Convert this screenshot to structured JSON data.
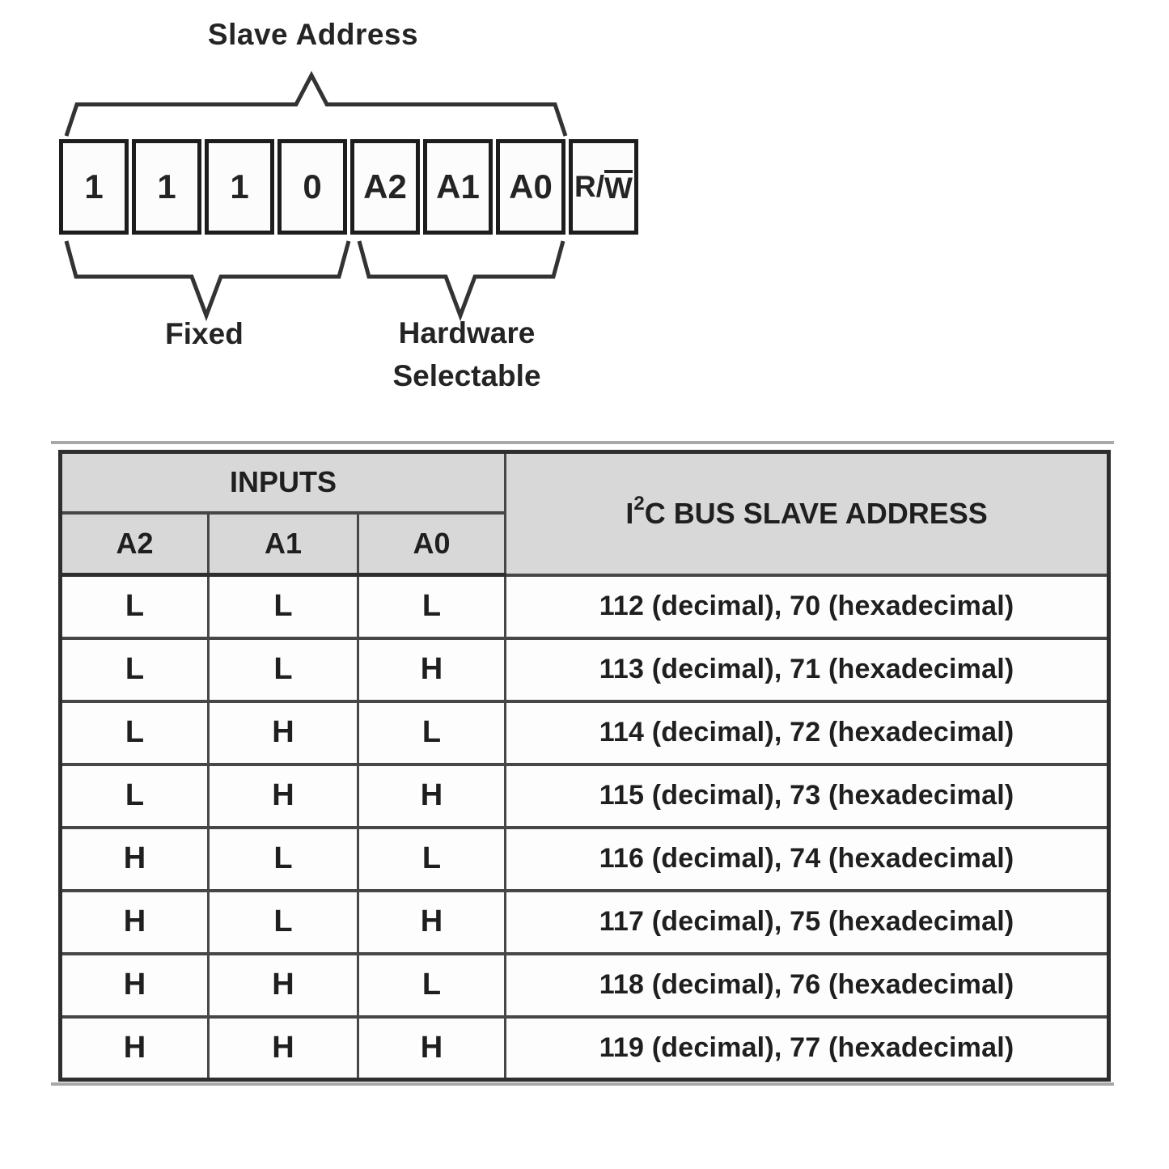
{
  "diagram": {
    "title": "Slave Address",
    "bits": [
      "1",
      "1",
      "1",
      "0",
      "A2",
      "A1",
      "A0"
    ],
    "rw_bit": {
      "prefix": "R/",
      "overlined": "W"
    },
    "fixed_label": "Fixed",
    "hardware_label": {
      "line1": "Hardware",
      "line2": "Selectable"
    }
  },
  "table": {
    "inputs_header": "INPUTS",
    "address_header": {
      "base": "I",
      "sup": "2",
      "rest": "C BUS SLAVE ADDRESS"
    },
    "input_columns": [
      "A2",
      "A1",
      "A0"
    ],
    "rows": [
      {
        "a2": "L",
        "a1": "L",
        "a0": "L",
        "address": "112 (decimal), 70 (hexadecimal)"
      },
      {
        "a2": "L",
        "a1": "L",
        "a0": "H",
        "address": "113 (decimal), 71 (hexadecimal)"
      },
      {
        "a2": "L",
        "a1": "H",
        "a0": "L",
        "address": "114 (decimal), 72 (hexadecimal)"
      },
      {
        "a2": "L",
        "a1": "H",
        "a0": "H",
        "address": "115 (decimal), 73 (hexadecimal)"
      },
      {
        "a2": "H",
        "a1": "L",
        "a0": "L",
        "address": "116 (decimal), 74 (hexadecimal)"
      },
      {
        "a2": "H",
        "a1": "L",
        "a0": "H",
        "address": "117 (decimal), 75 (hexadecimal)"
      },
      {
        "a2": "H",
        "a1": "H",
        "a0": "L",
        "address": "118 (decimal), 76 (hexadecimal)"
      },
      {
        "a2": "H",
        "a1": "H",
        "a0": "H",
        "address": "119 (decimal), 77 (hexadecimal)"
      }
    ]
  },
  "colors": {
    "header_background": "#d8d8d8",
    "table_border": "#3a3a3a",
    "diagram_line": "#333333",
    "text": "#1f1f1f"
  }
}
